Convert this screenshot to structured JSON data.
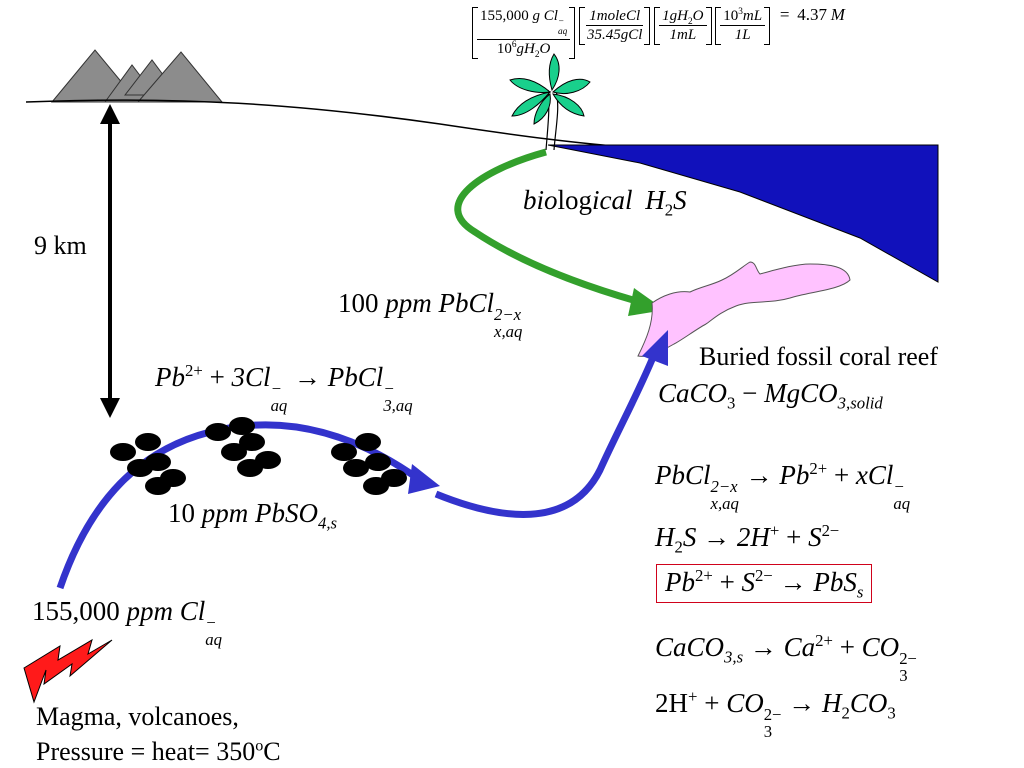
{
  "colors": {
    "mountain": "#8c8c8c",
    "sea": "#1111bb",
    "green_arrow": "#33a02c",
    "blue_arrow": "#3333cc",
    "reef": "#ffc2ff",
    "lightning": "#ff1a1a",
    "tree": "#19d08c",
    "box_border": "#d0021b"
  },
  "conversion": {
    "f1_num_a": "155,000",
    "f1_num_b": "g",
    "f1_num_c": "Cl",
    "f1_num_sup": "−",
    "f1_num_sub": "aq",
    "f1_den_a": "10",
    "f1_den_sup": "6",
    "f1_den_b": "gH",
    "f1_den_sub": "2",
    "f1_den_c": "O",
    "f2_num": "1moleCl",
    "f2_den": "35.45gCl",
    "f3_num_a": "1gH",
    "f3_num_sub": "2",
    "f3_num_b": "O",
    "f3_den": "1mL",
    "f4_num_a": "10",
    "f4_num_sup": "3",
    "f4_num_b": "mL",
    "f4_den": "1L",
    "equals": "=",
    "result": "4.37",
    "unit": "M"
  },
  "labels": {
    "distance": "9 km",
    "bio_a": "bio",
    "bio_b": "log",
    "bio_c": "ical",
    "bio_d": "H",
    "bio_sub": "2",
    "bio_e": "S",
    "pbcl_num": "100",
    "pbcl_unit": "ppm",
    "pbcl_sp": "PbCl",
    "pbcl_sup": "2−x",
    "pbcl_sub": "x,aq",
    "reef": "Buried fossil coral reef",
    "reef_formula_a": "CaCO",
    "reef_formula_sub1": "3",
    "reef_formula_op": "−",
    "reef_formula_b": "MgCO",
    "reef_formula_sub2": "3,solid",
    "pbso_num": "10",
    "pbso_unit": "ppm",
    "pbso_sp": "PbSO",
    "pbso_sub": "4,s",
    "cl_num": "155,000",
    "cl_unit": "ppm",
    "cl_sp": "Cl",
    "cl_sup": "−",
    "cl_sub": "aq",
    "magma_line1": "Magma, volcanoes,",
    "magma_line2_a": "Pressure = heat= 350",
    "magma_line2_sup": "o",
    "magma_line2_b": "C"
  },
  "reaction_left": {
    "a": "Pb",
    "a_sup": "2+",
    "plus": "+",
    "b": "3Cl",
    "b_sup": "−",
    "b_sub": "aq",
    "arrow": "→",
    "c": "PbCl",
    "c_sup": "−",
    "c_sub": "3,aq"
  },
  "reactions": [
    {
      "parts": [
        "PbCl",
        "2−x",
        "x,aq",
        "→",
        "Pb",
        "2+",
        "+",
        "xCl",
        "−",
        "aq"
      ]
    },
    {
      "parts": [
        "H",
        "2",
        "S",
        "→",
        "2H",
        "+",
        "+",
        "S",
        "2−"
      ]
    },
    {
      "parts": [
        "Pb",
        "2+",
        "+",
        "S",
        "2−",
        "→",
        "PbS",
        "s"
      ]
    },
    {
      "parts": [
        "CaCO",
        "3,s",
        "→",
        "Ca",
        "2+",
        "+",
        "CO",
        "2−",
        "3"
      ]
    },
    {
      "parts": [
        "2H",
        "+",
        "+",
        "CO",
        "2−",
        "3",
        "→",
        "H",
        "2",
        "CO",
        "3"
      ]
    }
  ]
}
